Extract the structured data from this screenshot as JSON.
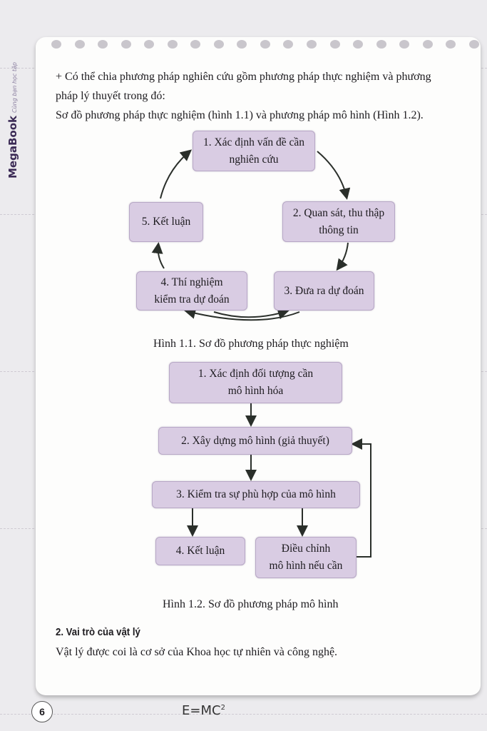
{
  "brand": {
    "name": "MegaBook",
    "tagline": "Cùng bạn học tập"
  },
  "intro": {
    "line1": "+ Có thể chia phương pháp nghiên cứu gồm phương pháp thực nghiệm và phương",
    "line2": "pháp lý thuyết trong đó:",
    "line3": "Sơ đồ phương pháp thực nghiệm (hình 1.1) và phương pháp mô hình (Hình 1.2)."
  },
  "figure1": {
    "steps": [
      "1. Xác định vấn đề cần\nnghiên cứu",
      "2. Quan sát, thu thập\nthông tin",
      "3. Đưa ra dự đoán",
      "4. Thí nghiệm\nkiểm tra dự đoán",
      "5. Kết luận"
    ],
    "caption": "Hình 1.1. Sơ đồ phương pháp thực nghiệm"
  },
  "figure2": {
    "steps": [
      "1. Xác định đối tượng cần\nmô hình hóa",
      "2. Xây dựng mô hình (giả thuyết)",
      "3. Kiểm tra sự phù hợp của mô hình",
      "4. Kết luận",
      "Điều chỉnh\nmô hình nếu cần"
    ],
    "caption": "Hình 1.2. Sơ đồ phương pháp mô hình"
  },
  "section": {
    "heading": "2. Vai trò của vật lý",
    "text": "Vật lý được coi là cơ sở của Khoa học tự nhiên và công nghệ."
  },
  "footer": {
    "page_number": "6",
    "formula": "E=MC",
    "formula_exp": "2"
  },
  "colors": {
    "box_fill": "#d9cce3",
    "box_border": "#b7a7c6",
    "arrow": "#2a2f2a"
  }
}
